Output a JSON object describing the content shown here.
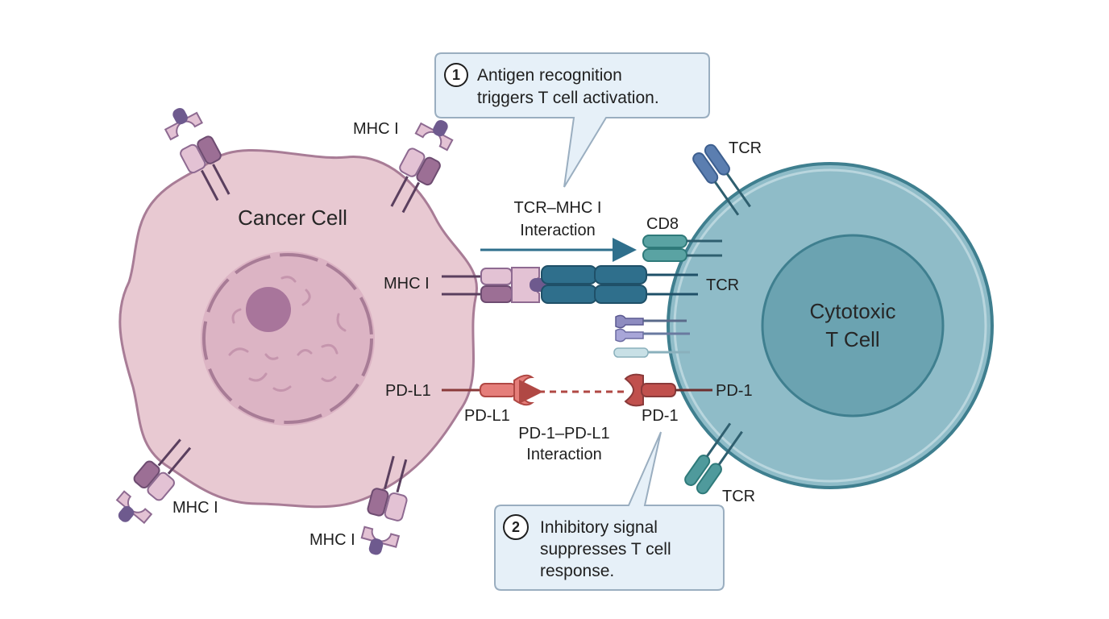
{
  "cancer_cell": {
    "label": "Cancer Cell"
  },
  "t_cell": {
    "label_line1": "Cytotoxic",
    "label_line2": "T Cell"
  },
  "receptor_labels": {
    "mhc_top": "MHC I",
    "mhc_center": "MHC I",
    "mhc_bottom_left": "MHC I",
    "mhc_bottom": "MHC I",
    "tcr_top": "TCR",
    "tcr_center": "TCR",
    "tcr_bottom": "TCR",
    "cd8": "CD8",
    "pdl1_on_cell": "PD-L1",
    "pdl1_ligand": "PD-L1",
    "pd1_on_cell": "PD-1",
    "pd1_receptor": "PD-1"
  },
  "interactions": {
    "tcr_mhc_line1": "TCR–MHC I",
    "tcr_mhc_line2": "Interaction",
    "pd1_pdl1_line1": "PD-1–PD-L1",
    "pd1_pdl1_line2": "Interaction"
  },
  "callouts": {
    "activation": {
      "number": "1",
      "line1": "Antigen recognition",
      "line2": "triggers T cell activation."
    },
    "inhibition": {
      "number": "2",
      "line1": "Inhibitory signal",
      "line2": "suppresses T cell",
      "line3": "response."
    }
  },
  "colors": {
    "cancer_fill": "#e8c9d2",
    "cancer_outline": "#a87c96",
    "tcell_fill": "#8fbcc8",
    "tcell_outline": "#3f7f8f",
    "nucleus_t": "#6ba3b1",
    "tcr_blue": "#2f6f8c",
    "mhc_purple": "#8e6a91",
    "pd_red": "#c0504d",
    "callout_fill": "#e6f0f8",
    "callout_stroke": "#9aaec0"
  }
}
